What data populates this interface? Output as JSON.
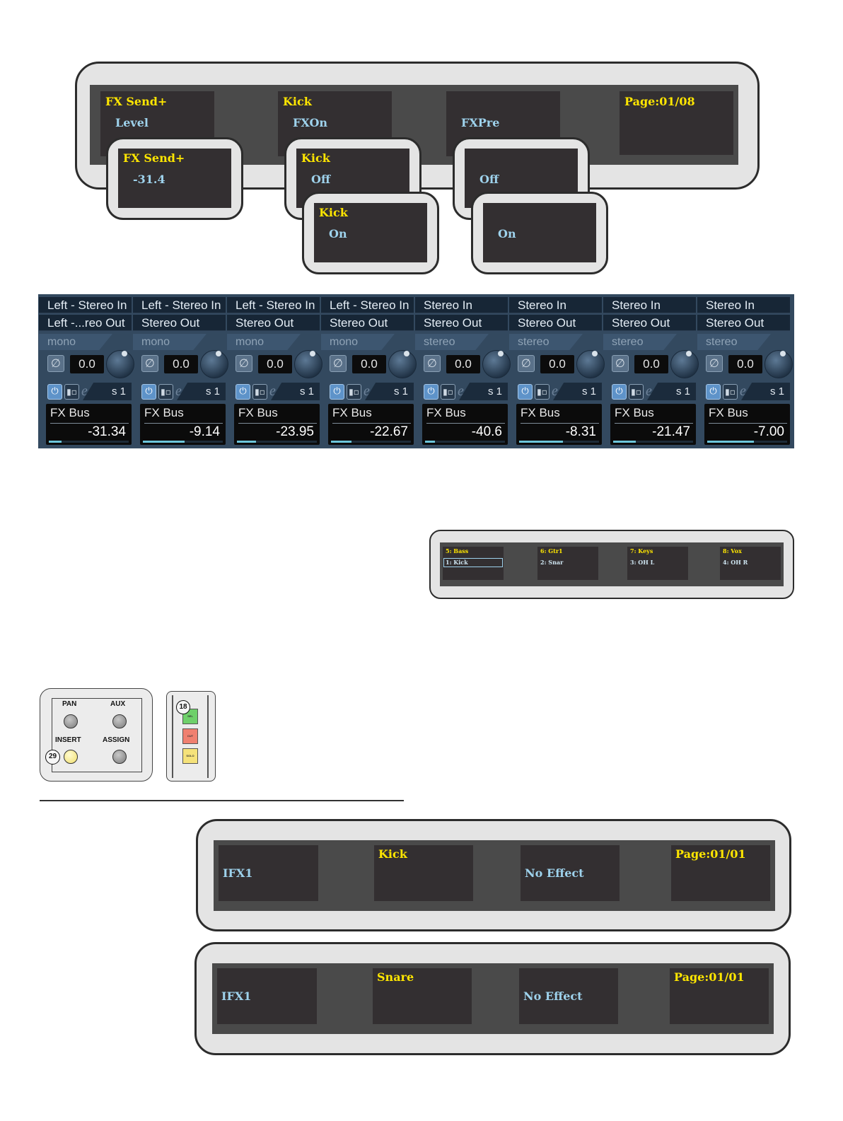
{
  "fx_send_panel": {
    "cells": [
      {
        "line1": "FX Send+",
        "line2": "Level"
      },
      {
        "line1": "Kick",
        "line2": "FXOn"
      },
      {
        "line1": "",
        "line2": "FXPre"
      },
      {
        "line1": "Page:01/08",
        "line2": ""
      }
    ],
    "popups": [
      {
        "line1": "FX Send+",
        "line2": "-31.4"
      },
      {
        "line1": "Kick",
        "line2": "Off"
      },
      {
        "line1": "Kick",
        "line2": "On"
      },
      {
        "line1": "",
        "line2": "Off"
      },
      {
        "line1": "",
        "line2": "On"
      }
    ]
  },
  "mixer": {
    "channels": [
      {
        "input": "Left - Stereo In",
        "output": "Left -...reo Out",
        "mode": "mono",
        "gain": "0.0",
        "solo": "s 1",
        "bus": "FX Bus",
        "value": "-31.34",
        "level": 0.16
      },
      {
        "input": "Left - Stereo In",
        "output": "Stereo Out",
        "mode": "mono",
        "gain": "0.0",
        "solo": "s 1",
        "bus": "FX Bus",
        "value": "-9.14",
        "level": 0.52
      },
      {
        "input": "Left - Stereo In",
        "output": "Stereo Out",
        "mode": "mono",
        "gain": "0.0",
        "solo": "s 1",
        "bus": "FX Bus",
        "value": "-23.95",
        "level": 0.24
      },
      {
        "input": "Left - Stereo In",
        "output": "Stereo Out",
        "mode": "mono",
        "gain": "0.0",
        "solo": "s 1",
        "bus": "FX Bus",
        "value": "-22.67",
        "level": 0.26
      },
      {
        "input": "Stereo In",
        "output": "Stereo Out",
        "mode": "stereo",
        "gain": "0.0",
        "solo": "s 1",
        "bus": "FX Bus",
        "value": "-40.6",
        "level": 0.12
      },
      {
        "input": "Stereo In",
        "output": "Stereo Out",
        "mode": "stereo",
        "gain": "0.0",
        "solo": "s 1",
        "bus": "FX Bus",
        "value": "-8.31",
        "level": 0.55
      },
      {
        "input": "Stereo In",
        "output": "Stereo Out",
        "mode": "stereo",
        "gain": "0.0",
        "solo": "s 1",
        "bus": "FX Bus",
        "value": "-21.47",
        "level": 0.28
      },
      {
        "input": "Stereo In",
        "output": "Stereo Out",
        "mode": "stereo",
        "gain": "0.0",
        "solo": "s 1",
        "bus": "FX Bus",
        "value": "-7.00",
        "level": 0.58
      }
    ]
  },
  "channel_select_panel": {
    "cells": [
      {
        "top": "5: Bass",
        "bottom": "1: Kick",
        "selected": true
      },
      {
        "top": "6: Gtr1",
        "bottom": "2: Snar",
        "selected": false
      },
      {
        "top": "7: Keys",
        "bottom": "3: OH L",
        "selected": false
      },
      {
        "top": "8: Vox",
        "bottom": "4: OH R",
        "selected": false
      }
    ]
  },
  "button_panel": {
    "labels": {
      "pan": "PAN",
      "aux": "AUX",
      "insert": "INSERT",
      "assign": "ASSIGN"
    },
    "callout": "29"
  },
  "channel_buttons": {
    "callout": "18",
    "sel": "SEL",
    "cut": "CUT",
    "solo": "SOLO"
  },
  "ifx_panel_1": {
    "cells": [
      {
        "line1": "",
        "line2": "IFX1"
      },
      {
        "line1": "Kick",
        "line2": ""
      },
      {
        "line1": "",
        "line2": "No Effect"
      },
      {
        "line1": "Page:01/01",
        "line2": ""
      }
    ]
  },
  "ifx_panel_2": {
    "cells": [
      {
        "line1": "",
        "line2": "IFX1"
      },
      {
        "line1": "Snare",
        "line2": ""
      },
      {
        "line1": "",
        "line2": "No Effect"
      },
      {
        "line1": "Page:01/01",
        "line2": ""
      }
    ]
  },
  "colors": {
    "lcd_bg": "#332f31",
    "lcd_yellow": "#ffe600",
    "lcd_blue": "#9ed2ec",
    "mixer_bg": "#33495f",
    "meter_fill": "#6cc5da",
    "sel_green": "#6fd06a",
    "cut_red": "#f08070",
    "solo_yellow": "#f5e27a",
    "insert_led": "#fff3a0"
  }
}
